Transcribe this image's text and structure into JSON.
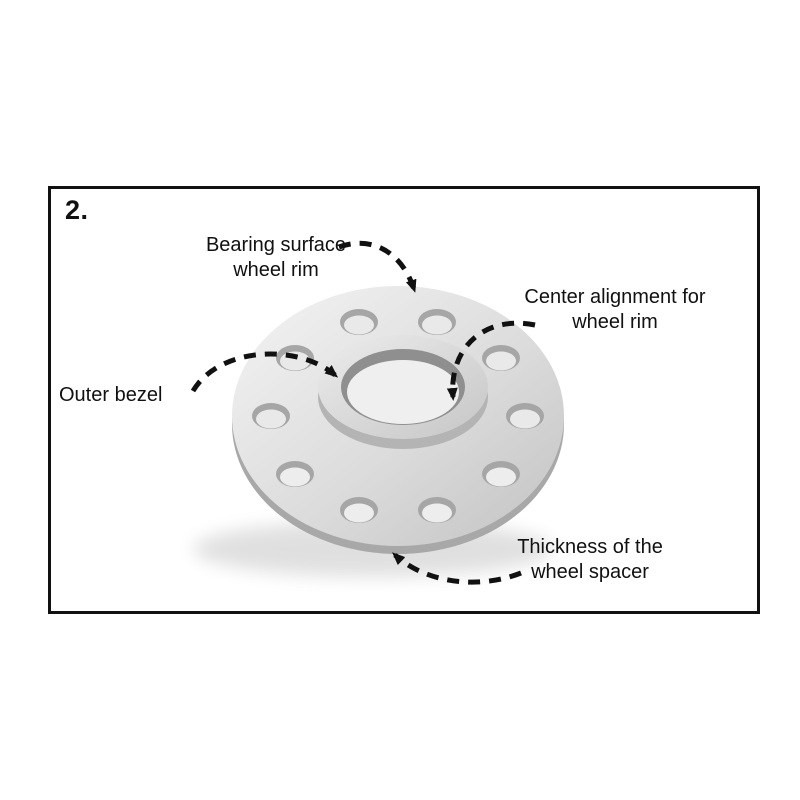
{
  "step": {
    "number": "2."
  },
  "annotations": {
    "bearing_surface": "Bearing surface\nwheel rim",
    "center_alignment": "Center alignment for\nwheel rim",
    "outer_bezel": "Outer bezel",
    "thickness": "Thickness of the\nwheel spacer"
  },
  "colors": {
    "frame_border": "#111111",
    "arrow": "#111111",
    "text": "#111111",
    "spacer_highlight": "#f4f4f4",
    "spacer_shadow_tone": "#c6c6c6",
    "hole_wall": "#a6a6a6",
    "bore_wall": "#8f8f8f"
  }
}
